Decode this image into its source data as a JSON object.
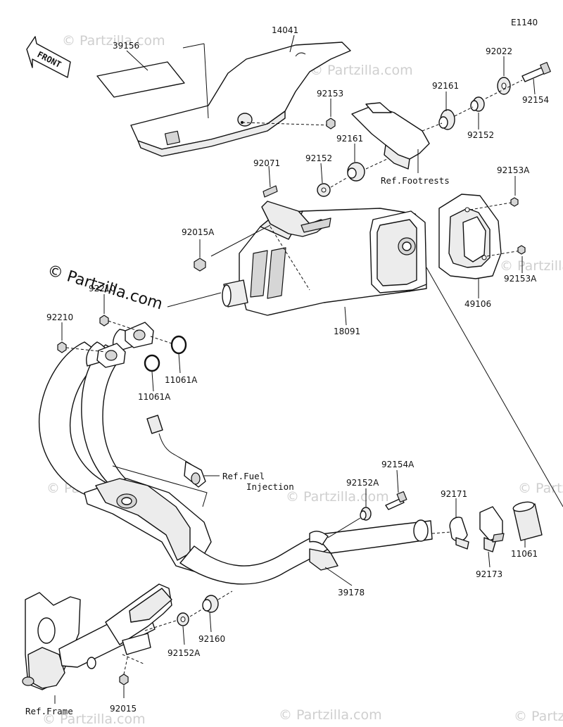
{
  "diagram": {
    "code": "E1140",
    "front_label": "FRONT",
    "copyright": "© Partzilla.com",
    "watermark": "© Partzilla.com",
    "part_numbers": [
      "39156",
      "14041",
      "92153",
      "92161",
      "92022",
      "92154",
      "92152",
      "92161",
      "92152",
      "92071",
      "92153A",
      "92015A",
      "92210",
      "92210",
      "11061A",
      "11061A",
      "18091",
      "49106",
      "92153A",
      "92154A",
      "92152A",
      "92171",
      "39178",
      "92173",
      "11061",
      "92160",
      "92152A",
      "92015"
    ],
    "references": {
      "footrests": "Ref.Footrests",
      "fuel_line1": "Ref.Fuel",
      "fuel_line2": "Injection",
      "frame": "Ref.Frame"
    }
  }
}
